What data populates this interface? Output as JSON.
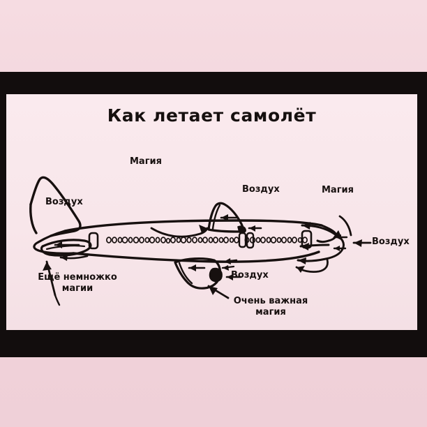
{
  "image": {
    "type": "meme-diagram",
    "title": "Как летает самолёт",
    "subject": "airliner side view line drawing",
    "colors": {
      "outer_background": "#f1d2d9",
      "frame_band": "#120d0d",
      "panel_background": "#f8e6ea",
      "ink": "#17100f"
    }
  },
  "labels": {
    "tail_air": "Воздух",
    "tail_magic_line1": "Ещё немножко",
    "tail_magic_line2": "магии",
    "upper_wing_magic": "Магия",
    "upper_wing_air": "Воздух",
    "nose_magic": "Магия",
    "nose_air": "Воздух",
    "lower_wing_air": "Воздух",
    "lower_wing_magic_line1": "Очень важная",
    "lower_wing_magic_line2": "магия"
  },
  "annotations": [
    {
      "name": "tail-air",
      "text": "Воздух",
      "points_to": "horizontal-stabilizer"
    },
    {
      "name": "tail-magic",
      "text": "Ещё немножко магии",
      "points_to": "tail-underside"
    },
    {
      "name": "upper-wing-magic",
      "text": "Магия",
      "points_to": "upper-wing"
    },
    {
      "name": "upper-wing-air",
      "text": "Воздух",
      "points_to": "upper-wing-trailing-edge"
    },
    {
      "name": "nose-magic",
      "text": "Магия",
      "points_to": "nose"
    },
    {
      "name": "nose-air",
      "text": "Воздух",
      "points_to": "nose"
    },
    {
      "name": "lower-wing-air",
      "text": "Воздух",
      "points_to": "lower-wing-engine"
    },
    {
      "name": "lower-wing-magic",
      "text": "Очень важная магия",
      "points_to": "lower-wing"
    }
  ]
}
